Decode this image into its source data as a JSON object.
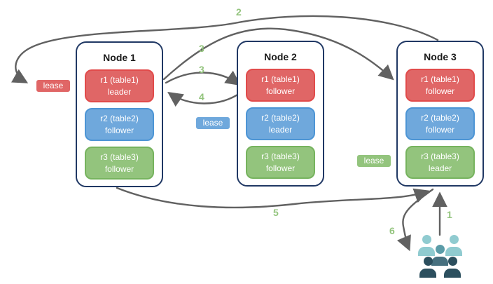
{
  "diagram": {
    "nodes": [
      {
        "title": "Node 1",
        "replicas": [
          {
            "label": "r1 (table1)",
            "role": "leader"
          },
          {
            "label": "r2 (table2)",
            "role": "follower"
          },
          {
            "label": "r3 (table3)",
            "role": "follower"
          }
        ]
      },
      {
        "title": "Node 2",
        "replicas": [
          {
            "label": "r1 (table1)",
            "role": "follower"
          },
          {
            "label": "r2 (table2)",
            "role": "leader"
          },
          {
            "label": "r3 (table3)",
            "role": "follower"
          }
        ]
      },
      {
        "title": "Node 3",
        "replicas": [
          {
            "label": "r1 (table1)",
            "role": "follower"
          },
          {
            "label": "r2 (table2)",
            "role": "follower"
          },
          {
            "label": "r3 (table3)",
            "role": "leader"
          }
        ]
      }
    ],
    "leases": [
      {
        "label": "lease",
        "color": "#E06666"
      },
      {
        "label": "lease",
        "color": "#6FA8DC"
      },
      {
        "label": "lease",
        "color": "#93C47D"
      }
    ],
    "steps": {
      "s1": "1",
      "s2": "2",
      "s3a": "3",
      "s3b": "3",
      "s4": "4",
      "s5": "5",
      "s6": "6"
    },
    "colors": {
      "red": "#E06666",
      "blue": "#6FA8DC",
      "green": "#93C47D",
      "arrow": "#616161",
      "step_label": "#93C47D",
      "node_border": "#203864"
    },
    "icons": {
      "users": "clients-group"
    }
  }
}
